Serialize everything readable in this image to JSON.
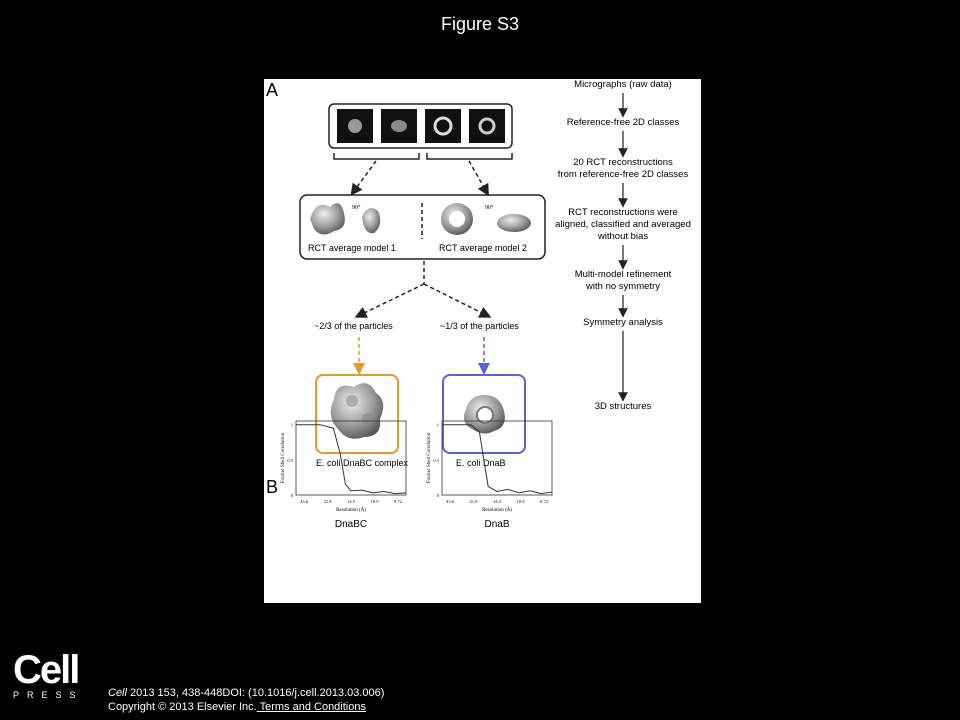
{
  "page": {
    "title": "Figure S3"
  },
  "panelA": {
    "label": "A",
    "model1_label": "RCT average model 1",
    "model2_label": "RCT average model 2",
    "rotation_label": "90°",
    "fraction1": "~2/3 of the particles",
    "fraction2": "~1/3 of the particles",
    "structure1": "E. coli DnaBC complex",
    "structure2": "E. coli DnaB",
    "colors": {
      "orange": "#e39a2e",
      "blue": "#5a62d6"
    }
  },
  "workflow": {
    "steps": [
      [
        "Micrographs (raw data)"
      ],
      [
        "Reference-free 2D classes"
      ],
      [
        "20 RCT reconstructions",
        "from reference-free 2D classes"
      ],
      [
        "RCT reconstructions were",
        "aligned, classified and averaged",
        "without bias"
      ],
      [
        "Multi-model refinement",
        "with no symmetry"
      ],
      [
        "Symmetry analysis"
      ],
      [
        "3D structures"
      ]
    ]
  },
  "panelB": {
    "label": "B",
    "plots": [
      {
        "name": "DnaBC",
        "ylabel": "Fourier Shell Correlation",
        "xlabel": "Resolution (Å)",
        "xticks": [
          "43.6",
          "21.8",
          "14.5",
          "10.9",
          "8.72"
        ],
        "yticks": [
          "0",
          "0.5",
          "1"
        ]
      },
      {
        "name": "DnaB",
        "ylabel": "Fourier Shell Correlation",
        "xlabel": "Resolution (Å)",
        "xticks": [
          "43.6",
          "21.8",
          "14.5",
          "10.9",
          "8.72"
        ],
        "yticks": [
          "0",
          "0.5",
          "1"
        ]
      }
    ]
  },
  "footer": {
    "journal": "Cell",
    "citation_rest": " 2013 153, 438-448DOI: (10.1016/j.cell.2013.03.006)",
    "copyright": "Copyright © 2013 Elsevier Inc.",
    "terms_link": " Terms and Conditions"
  },
  "logo": {
    "name": "Cell",
    "press": "PRESS"
  }
}
